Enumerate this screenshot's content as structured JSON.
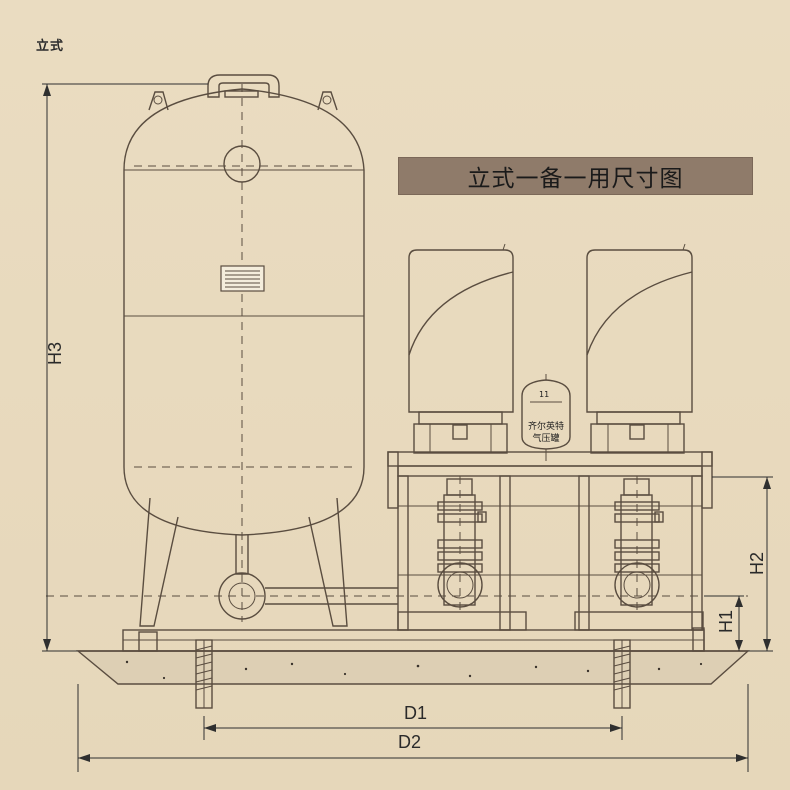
{
  "page": {
    "title": "立式一备一用尺寸图",
    "top_label": "立式"
  },
  "dimensions": {
    "h3": "H3",
    "h2": "H2",
    "h1": "H1",
    "d1": "D1",
    "d2": "D2"
  },
  "tank": {
    "label_number": "11",
    "label_line1": "齐尔英特",
    "label_line2": "气压罐"
  },
  "colors": {
    "background": "#e7d9bd",
    "title_bar": "#8f7b6a",
    "linework": "#5a4d40"
  }
}
